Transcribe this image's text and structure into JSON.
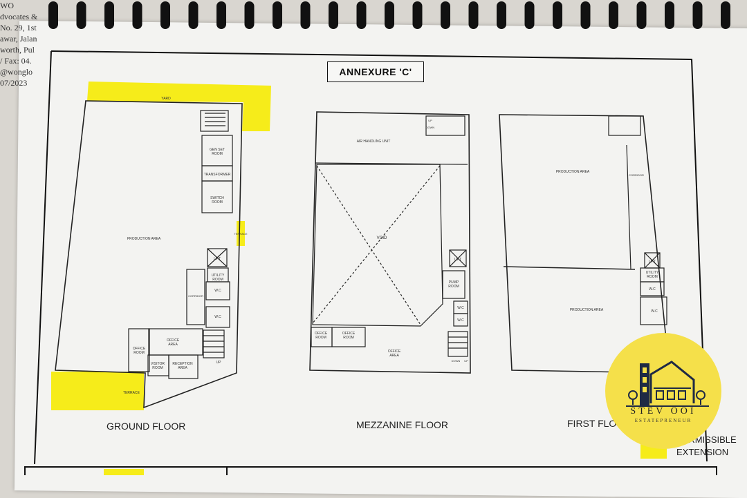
{
  "sheet": {
    "title": "ANNEXURE 'C'",
    "side_text": [
      "WO",
      "dvocates &",
      "No. 29, 1st",
      "awar, Jalan",
      "worth, Pul",
      "/ Fax: 04.",
      "@wonglo",
      "07/2023"
    ]
  },
  "floors": {
    "ground": {
      "label": "GROUND FLOOR",
      "rooms": {
        "yard": "YARD",
        "gen_set": "GEN SET\nROOM",
        "transformer": "TRANSFORMER",
        "switch": "SWITCH\nROOM",
        "terrace_side": "TERRACE",
        "production": "PRODUCTION AREA",
        "lift": "LIFT",
        "utility": "UTILITY\nROOM",
        "wc1": "W.C",
        "wc2": "W.C",
        "corridor": "CORRIDOR",
        "office_area": "OFFICE\nAREA",
        "office_room": "OFFICE\nROOM",
        "visitor": "VISITOR\nROOM",
        "reception": "RECEPTION\nAREA",
        "up": "UP",
        "terrace": "TERRACE"
      }
    },
    "mezzanine": {
      "label": "MEZZANINE FLOOR",
      "rooms": {
        "ahu": "AIR HANDLING UNIT",
        "void": "VOID",
        "lift": "LIFT",
        "pump": "PUMP\nROOM",
        "wc1": "W.C",
        "wc2": "W.C",
        "office_room1": "OFFICE\nROOM",
        "office_room2": "OFFICE\nROOM",
        "office_area": "OFFICE\nAREA",
        "up_top": "UP",
        "down_top": "DOWN",
        "down": "DOWN",
        "up": "UP"
      }
    },
    "first": {
      "label": "FIRST FLOOR",
      "rooms": {
        "production1": "PRODUCTION AREA",
        "corridor": "CORRIDOR",
        "production2": "PRODUCTION AREA",
        "lift": "LIFT",
        "utility": "UTILITY\nROOM",
        "wc1": "W.C",
        "wc2": "W.C"
      }
    }
  },
  "legend": {
    "label_line1": "PERMISSIBLE",
    "label_line2": "EXTENSION",
    "color": "#f6ec1a"
  },
  "watermark": {
    "name": "STEV OOI",
    "tagline": "ESTATEPRENEUR",
    "color": "#f5e04a"
  }
}
